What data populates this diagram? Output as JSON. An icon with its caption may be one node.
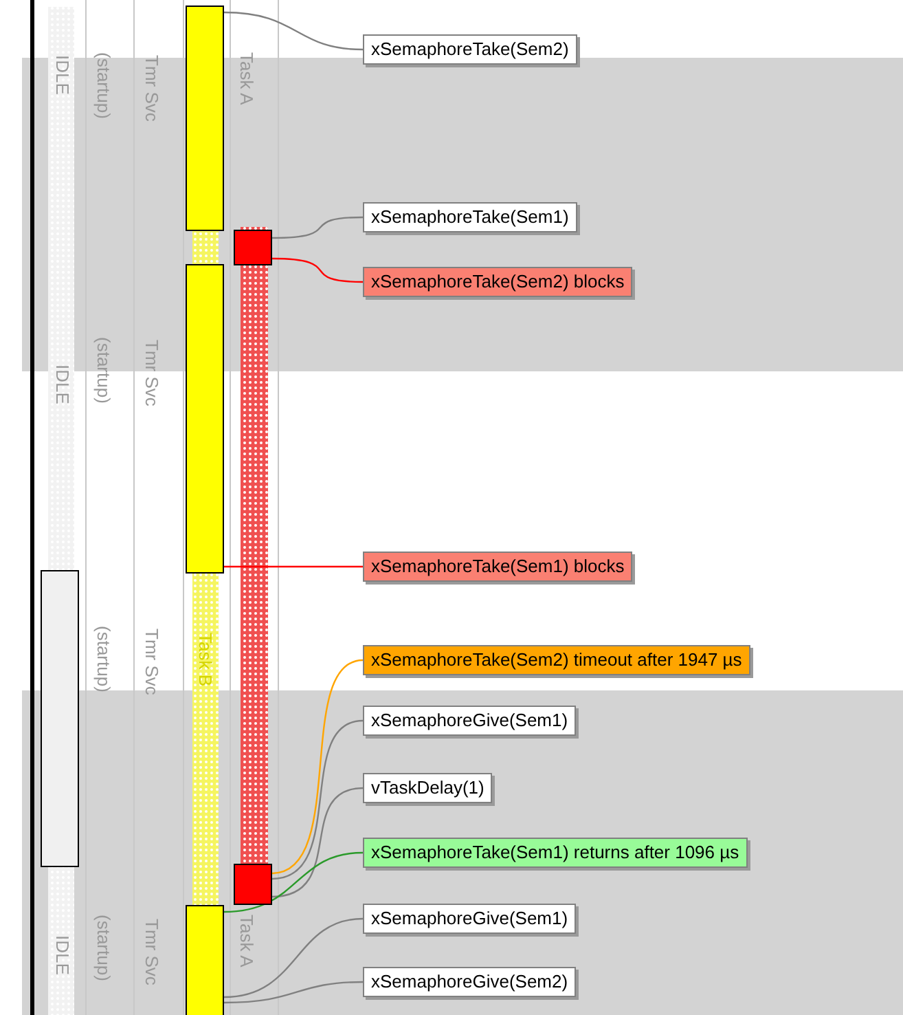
{
  "diagram": {
    "nodes": [
      {
        "text": [],
        "shape": "bar"
      },
      {
        "text": [
          "xSemaphoreTake(Sem2)"
        ]
      },
      {
        "text": [],
        "shape": "box"
      },
      {
        "text": [
          "xSemaphoreTake(Sem1)"
        ]
      },
      {
        "text": [
          "xSemaphoreTake(Sem2) blocks"
        ]
      },
      {
        "text": [],
        "shape": "bar"
      },
      {
        "text": [
          "xSemaphoreTake(Sem1) blocks"
        ]
      },
      {
        "text": [
          "xSemaphoreTake(Sem2) timeout after 1947 µs"
        ]
      },
      {
        "text": [
          "xSemaphoreGive(Sem1)"
        ]
      },
      {
        "text": [
          "vTaskDelay(1)"
        ]
      },
      {
        "text": [
          "xSemaphoreTake(Sem1) returns after 1096 µs"
        ]
      },
      {
        "text": [],
        "shape": "box"
      },
      {
        "text": [],
        "shape": "bar"
      },
      {
        "text": [
          "xSemaphoreGive(Sem1)"
        ]
      },
      {
        "text": [
          "xSemaphoreGive(Sem2)"
        ]
      }
    ],
    "edges": [
      {
        "from": 1,
        "to": 0,
        "arrow": "none"
      },
      {
        "from": 3,
        "to": 2,
        "arrow": "none"
      },
      {
        "from": 4,
        "to": 2,
        "arrow": "none",
        "color": "#ff0000"
      },
      {
        "from": 6,
        "to": 5,
        "arrow": "none",
        "color": "#ff0000"
      },
      {
        "from": 7,
        "to": 11,
        "arrow": "none",
        "color": "#ffa500"
      },
      {
        "from": 8,
        "to": 11,
        "arrow": "none"
      },
      {
        "from": 9,
        "to": 11,
        "arrow": "none"
      },
      {
        "from": 10,
        "to": 12,
        "arrow": "none",
        "color": "#2a9a2a"
      },
      {
        "from": 13,
        "to": 12,
        "arrow": "none"
      },
      {
        "from": 14,
        "to": 12,
        "arrow": "none"
      }
    ],
    "labels": [
      "IDLE",
      "(startup)",
      "Tmr Svc",
      "Task A",
      "(startup)",
      "Tmr Svc",
      "IDLE",
      "(startup)",
      "Tmr Svc",
      "Task B",
      "IDLE",
      "(startup)",
      "Tmr Svc",
      "Task A"
    ]
  }
}
